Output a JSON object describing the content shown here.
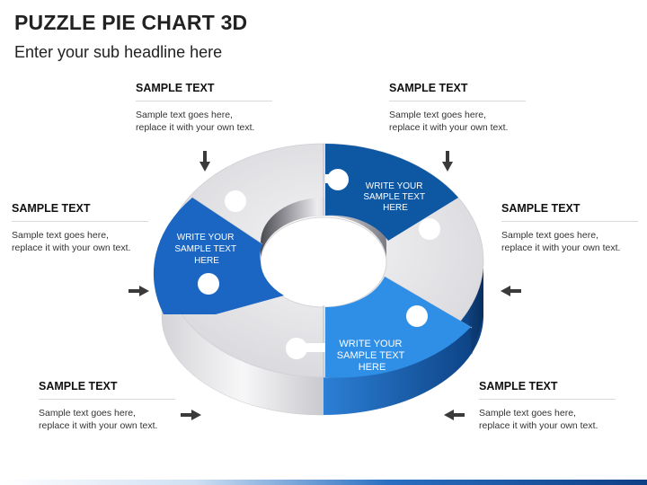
{
  "title": "PUZZLE PIE CHART 3D",
  "subtitle": "Enter your sub headline here",
  "callouts": [
    {
      "heading": "SAMPLE TEXT",
      "line1": "Sample text goes here,",
      "line2": "replace it with your own text."
    },
    {
      "heading": "SAMPLE TEXT",
      "line1": "Sample text goes here,",
      "line2": "replace it with your own text."
    },
    {
      "heading": "SAMPLE TEXT",
      "line1": "Sample text goes here,",
      "line2": "replace it with your own text."
    },
    {
      "heading": "SAMPLE TEXT",
      "line1": "Sample text goes here,",
      "line2": "replace it with your own text."
    },
    {
      "heading": "SAMPLE TEXT",
      "line1": "Sample text goes here,",
      "line2": "replace it with your own text."
    },
    {
      "heading": "SAMPLE TEXT",
      "line1": "Sample text goes here,",
      "line2": "replace it with your own text."
    }
  ],
  "pieces": [
    {
      "line1": "WRITE YOUR",
      "line2": "SAMPLE TEXT",
      "line3": "HERE"
    },
    {
      "line1": "WRITE YOUR",
      "line2": "SAMPLE TEXT",
      "line3": "HERE"
    },
    {
      "line1": "WRITE YOUR",
      "line2": "SAMPLE TEXT",
      "line3": "HERE"
    }
  ],
  "colors": {
    "dark_blue": "#0d57a3",
    "mid_blue": "#1a6fcc",
    "light_blue": "#2f8fe6",
    "gray_top": "#e8e8ea",
    "arrow": "#3a3a3a"
  }
}
